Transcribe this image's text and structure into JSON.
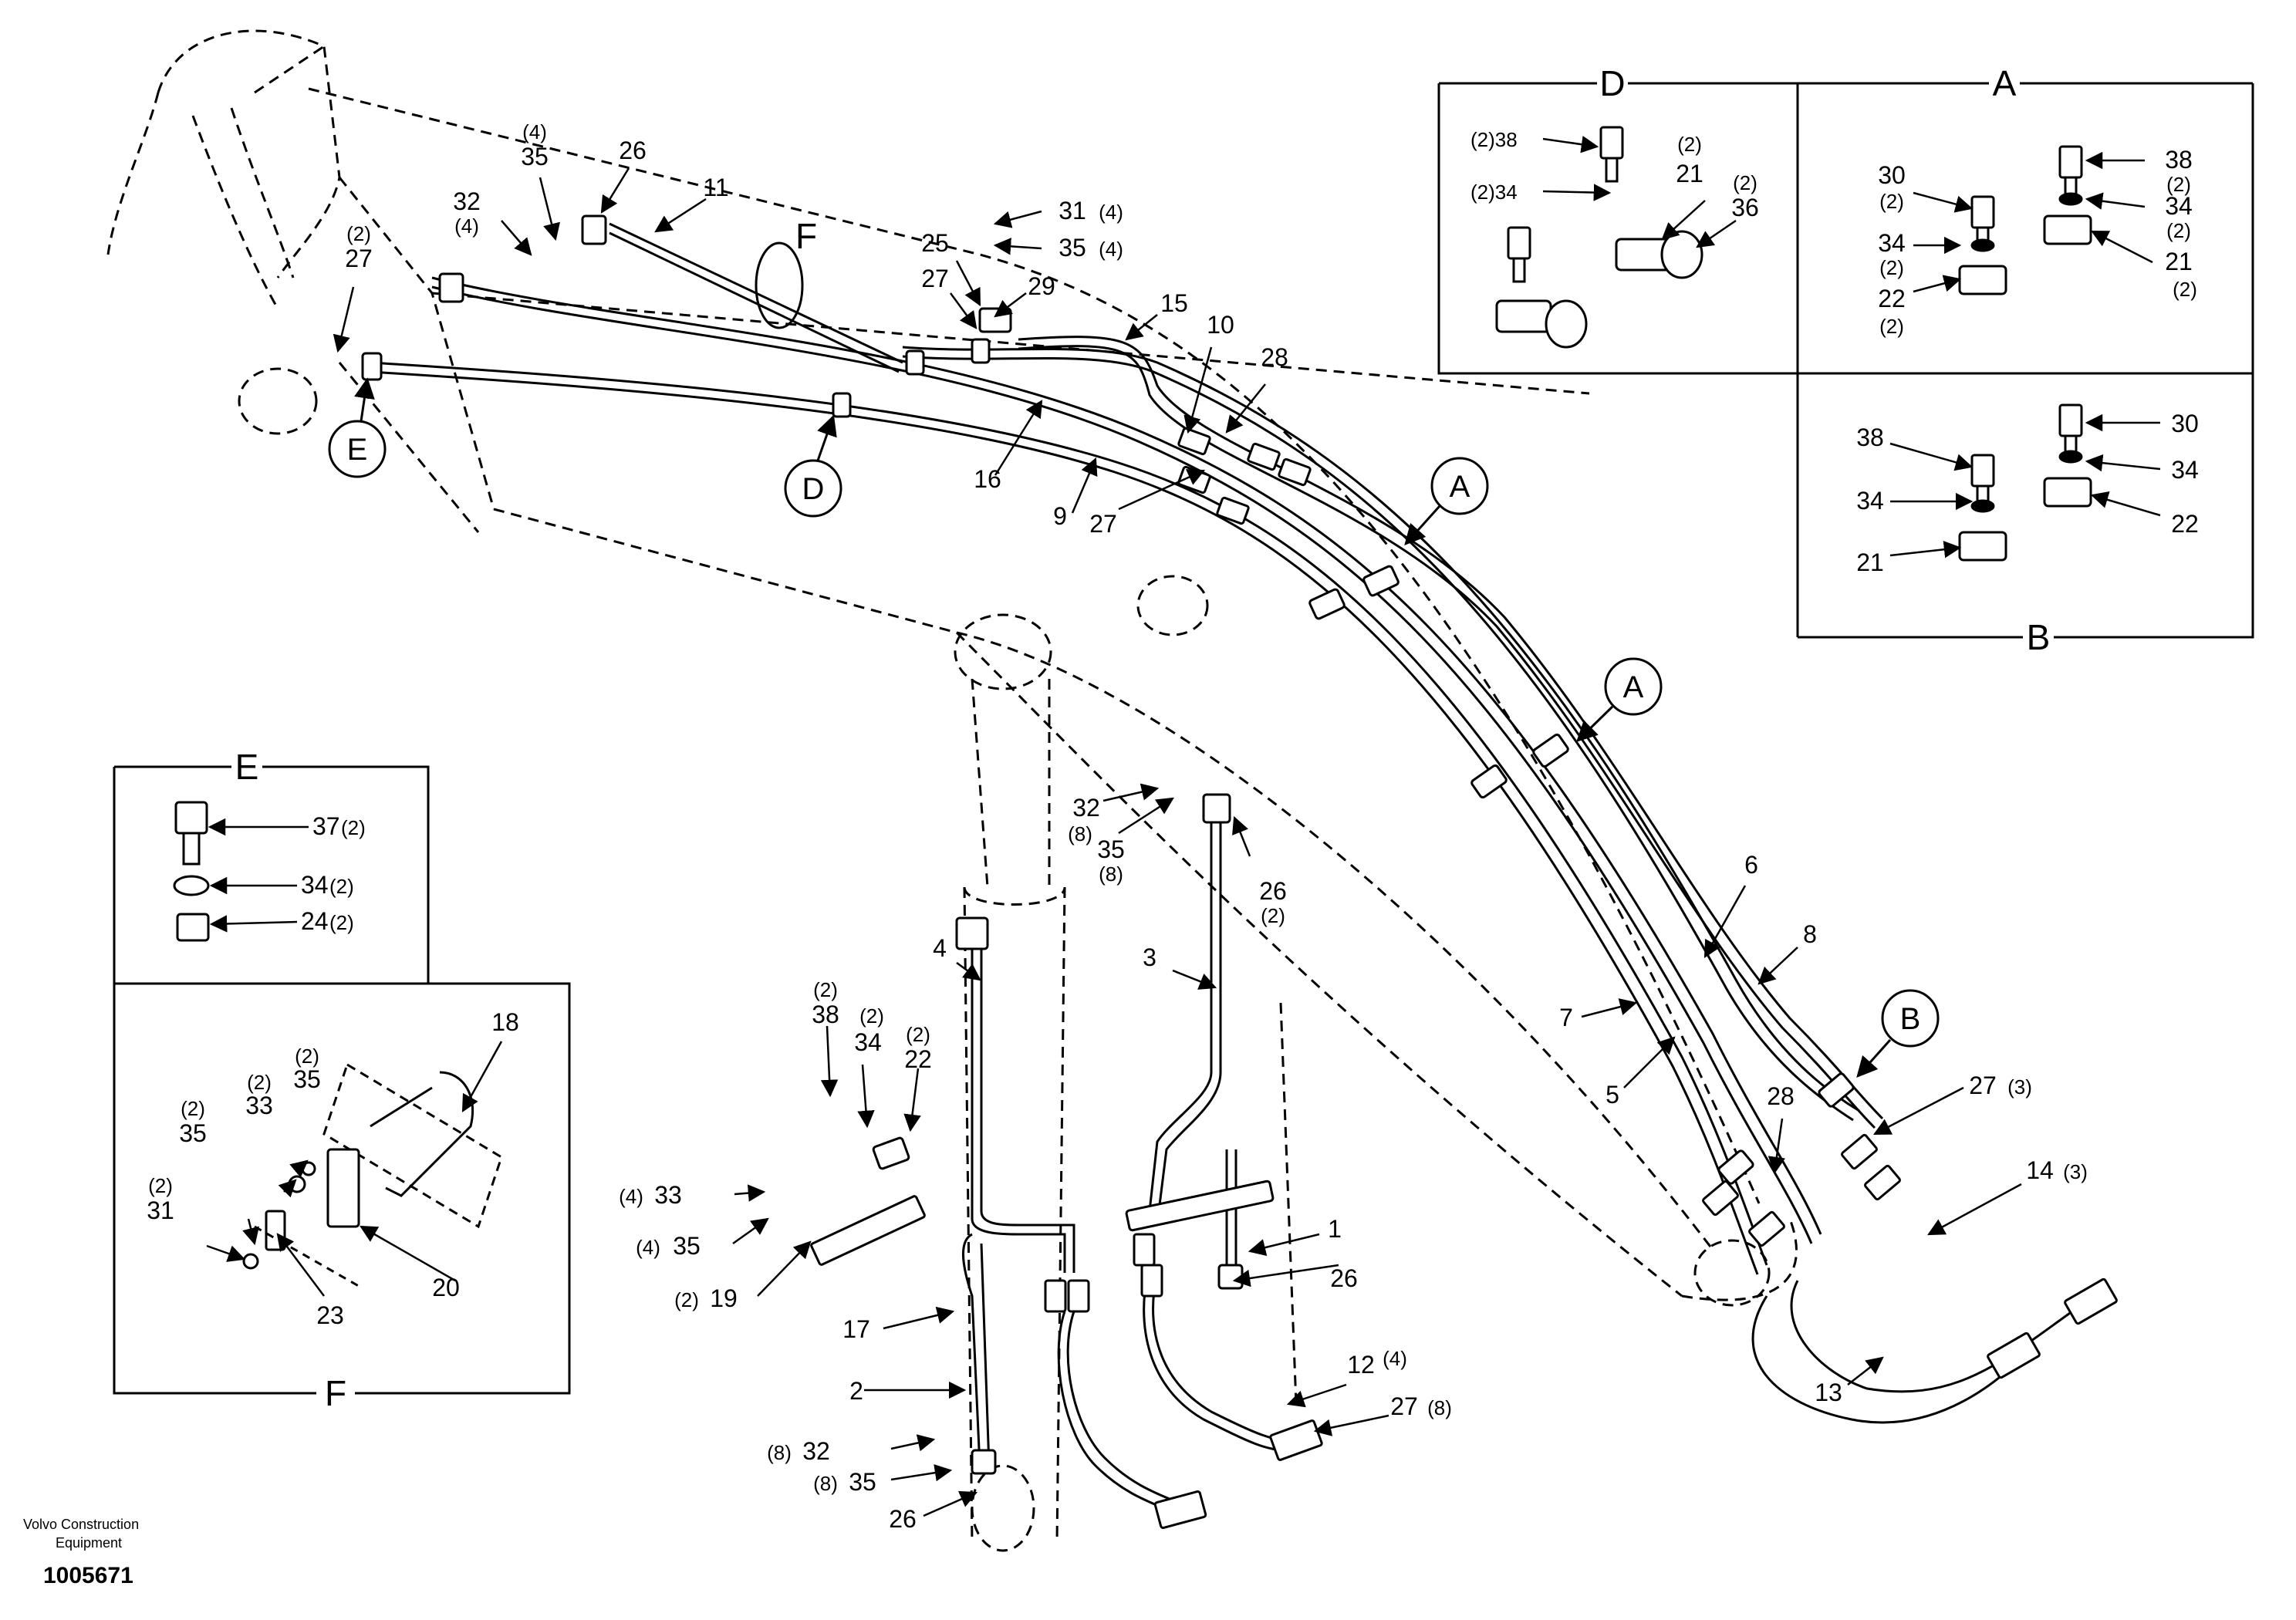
{
  "footer": {
    "brand_line1": "Volvo Construction",
    "brand_line2": "Equipment",
    "doc_number": "1005671"
  },
  "insets": {
    "D": "D",
    "A": "A",
    "B": "B",
    "E": "E",
    "F": "F"
  },
  "inset_labels": {
    "d_38": "(2)38",
    "d_34": "(2)34",
    "d_21": "21",
    "d_21q": "(2)",
    "d_36": "36",
    "d_36q": "(2)",
    "a_30": "30",
    "a_30q": "(2)",
    "a_34": "34",
    "a_34q": "(2)",
    "a_22": "22",
    "a_22q": "(2)",
    "a_38": "38",
    "a_38q": "(2)",
    "a_34r": "34",
    "a_34rq": "(2)",
    "a_21": "21",
    "a_21q": "(2)",
    "b_38": "38",
    "b_34": "34",
    "b_21": "21",
    "b_30": "30",
    "b_34r": "34",
    "b_22": "22",
    "e_37": "37",
    "e_37q": "(2)",
    "e_34": "34",
    "e_34q": "(2)",
    "e_24": "24",
    "e_24q": "(2)",
    "f_18": "18",
    "f_33": "33",
    "f_33q": "(2)",
    "f_35": "35",
    "f_35q": "(2)",
    "f_35b": "35",
    "f_35bq": "(2)",
    "f_31": "31",
    "f_31q": "(2)",
    "f_23": "23",
    "f_20": "20"
  },
  "callouts": {
    "E": "E",
    "D": "D",
    "A1": "A",
    "A2": "A",
    "B": "B",
    "F": "F"
  },
  "part_labels": {
    "p27_top_q": "(2)",
    "p27_top": "27",
    "p32": "32",
    "p32q": "(4)",
    "p35": "35",
    "p35q": "(4)",
    "p26_top": "26",
    "p11": "11",
    "p31": "31",
    "p31q": "(4)",
    "p35b": "35",
    "p35bq": "(4)",
    "p25": "25",
    "p27_mid": "27",
    "p29": "29",
    "p15": "15",
    "p10": "10",
    "p28_top": "28",
    "p16": "16",
    "p9": "9",
    "p27_low": "27",
    "p6": "6",
    "p8": "8",
    "p7": "7",
    "p5": "5",
    "p28_low": "28",
    "p27_r": "27",
    "p27_rq": "(3)",
    "p14": "14",
    "p14q": "(3)",
    "p13": "13",
    "p32_mid": "32",
    "p32_midq": "(8)",
    "p35_mid": "35",
    "p35_midq": "(8)",
    "p26_mid": "26",
    "p26_midq": "(2)",
    "p4": "4",
    "p3": "3",
    "p38": "38",
    "p38q": "(2)",
    "p34": "34",
    "p34q": "(2)",
    "p22": "22",
    "p22q": "(2)",
    "p33": "33",
    "p33q": "(4)",
    "p35c": "35",
    "p35cq": "(4)",
    "p19": "19",
    "p19q": "(2)",
    "p1": "1",
    "p17": "17",
    "p26_low": "26",
    "p2": "2",
    "p12": "12",
    "p12q": "(4)",
    "p27_b": "27",
    "p27_bq": "(8)",
    "p32_low": "32",
    "p32_lowq": "(8)",
    "p35_low": "35",
    "p35_lowq": "(8)",
    "p26_bot": "26"
  }
}
